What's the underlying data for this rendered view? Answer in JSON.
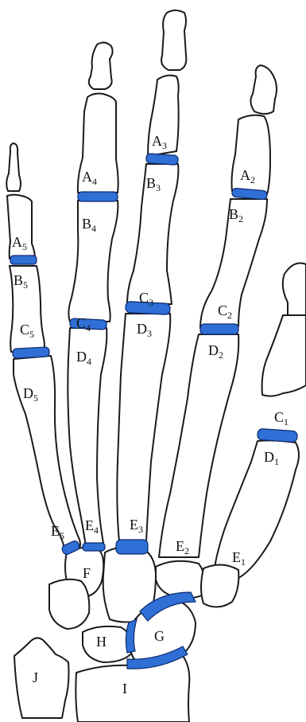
{
  "labels": {
    "A5": {
      "letter": "A",
      "sub": "5"
    },
    "B5": {
      "letter": "B",
      "sub": "5"
    },
    "C5": {
      "letter": "C",
      "sub": "5"
    },
    "D5": {
      "letter": "D",
      "sub": "5"
    },
    "E5": {
      "letter": "E",
      "sub": "5"
    },
    "A4": {
      "letter": "A",
      "sub": "4"
    },
    "B4": {
      "letter": "B",
      "sub": "4"
    },
    "C4": {
      "letter": "C",
      "sub": "4"
    },
    "D4": {
      "letter": "D",
      "sub": "4"
    },
    "E4": {
      "letter": "E",
      "sub": "4"
    },
    "A3": {
      "letter": "A",
      "sub": "3"
    },
    "B3": {
      "letter": "B",
      "sub": "3"
    },
    "C3": {
      "letter": "C",
      "sub": "3"
    },
    "D3": {
      "letter": "D",
      "sub": "3"
    },
    "E3": {
      "letter": "E",
      "sub": "3"
    },
    "A2": {
      "letter": "A",
      "sub": "2"
    },
    "B2": {
      "letter": "B",
      "sub": "2"
    },
    "C2": {
      "letter": "C",
      "sub": "2"
    },
    "D2": {
      "letter": "D",
      "sub": "2"
    },
    "E2": {
      "letter": "E",
      "sub": "2"
    },
    "C1": {
      "letter": "C",
      "sub": "1"
    },
    "D1": {
      "letter": "D",
      "sub": "1"
    },
    "E1": {
      "letter": "E",
      "sub": "1"
    },
    "F": "F",
    "G": "G",
    "H": "H",
    "I": "I",
    "J": "J"
  },
  "colors": {
    "joint": "#2f6fd6",
    "bone_outline": "#1a1a1a",
    "background": "#ffffff"
  }
}
